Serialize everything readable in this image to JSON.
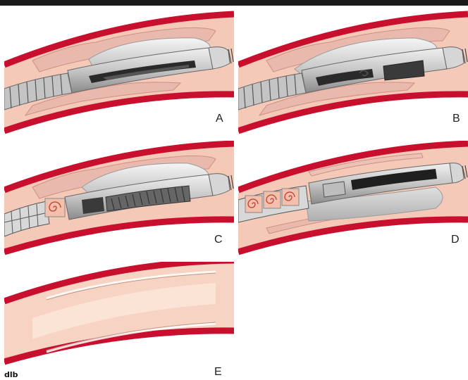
{
  "figure": {
    "panels": [
      {
        "id": "A",
        "label": "A"
      },
      {
        "id": "B",
        "label": "B"
      },
      {
        "id": "C",
        "label": "C"
      },
      {
        "id": "D",
        "label": "D"
      },
      {
        "id": "E",
        "label": "E"
      }
    ],
    "corner_mark": "dlb",
    "colors": {
      "vessel_wall": "#c8102e",
      "vessel_wall_dark": "#9e0b22",
      "lumen": "#f4c9b8",
      "lumen_light": "#fbe3d6",
      "plaque": "#e6b3a8",
      "plaque_edge": "#d79a8e",
      "atherectomy_housing": "#cfcfcf",
      "housing_shadow": "#8e8e8e",
      "balloon": "#dcdcdc",
      "cutter": "#2a2a2a",
      "catheter_coil": "#bdbdbd",
      "removed_plaque": "#f2b9a3"
    }
  }
}
